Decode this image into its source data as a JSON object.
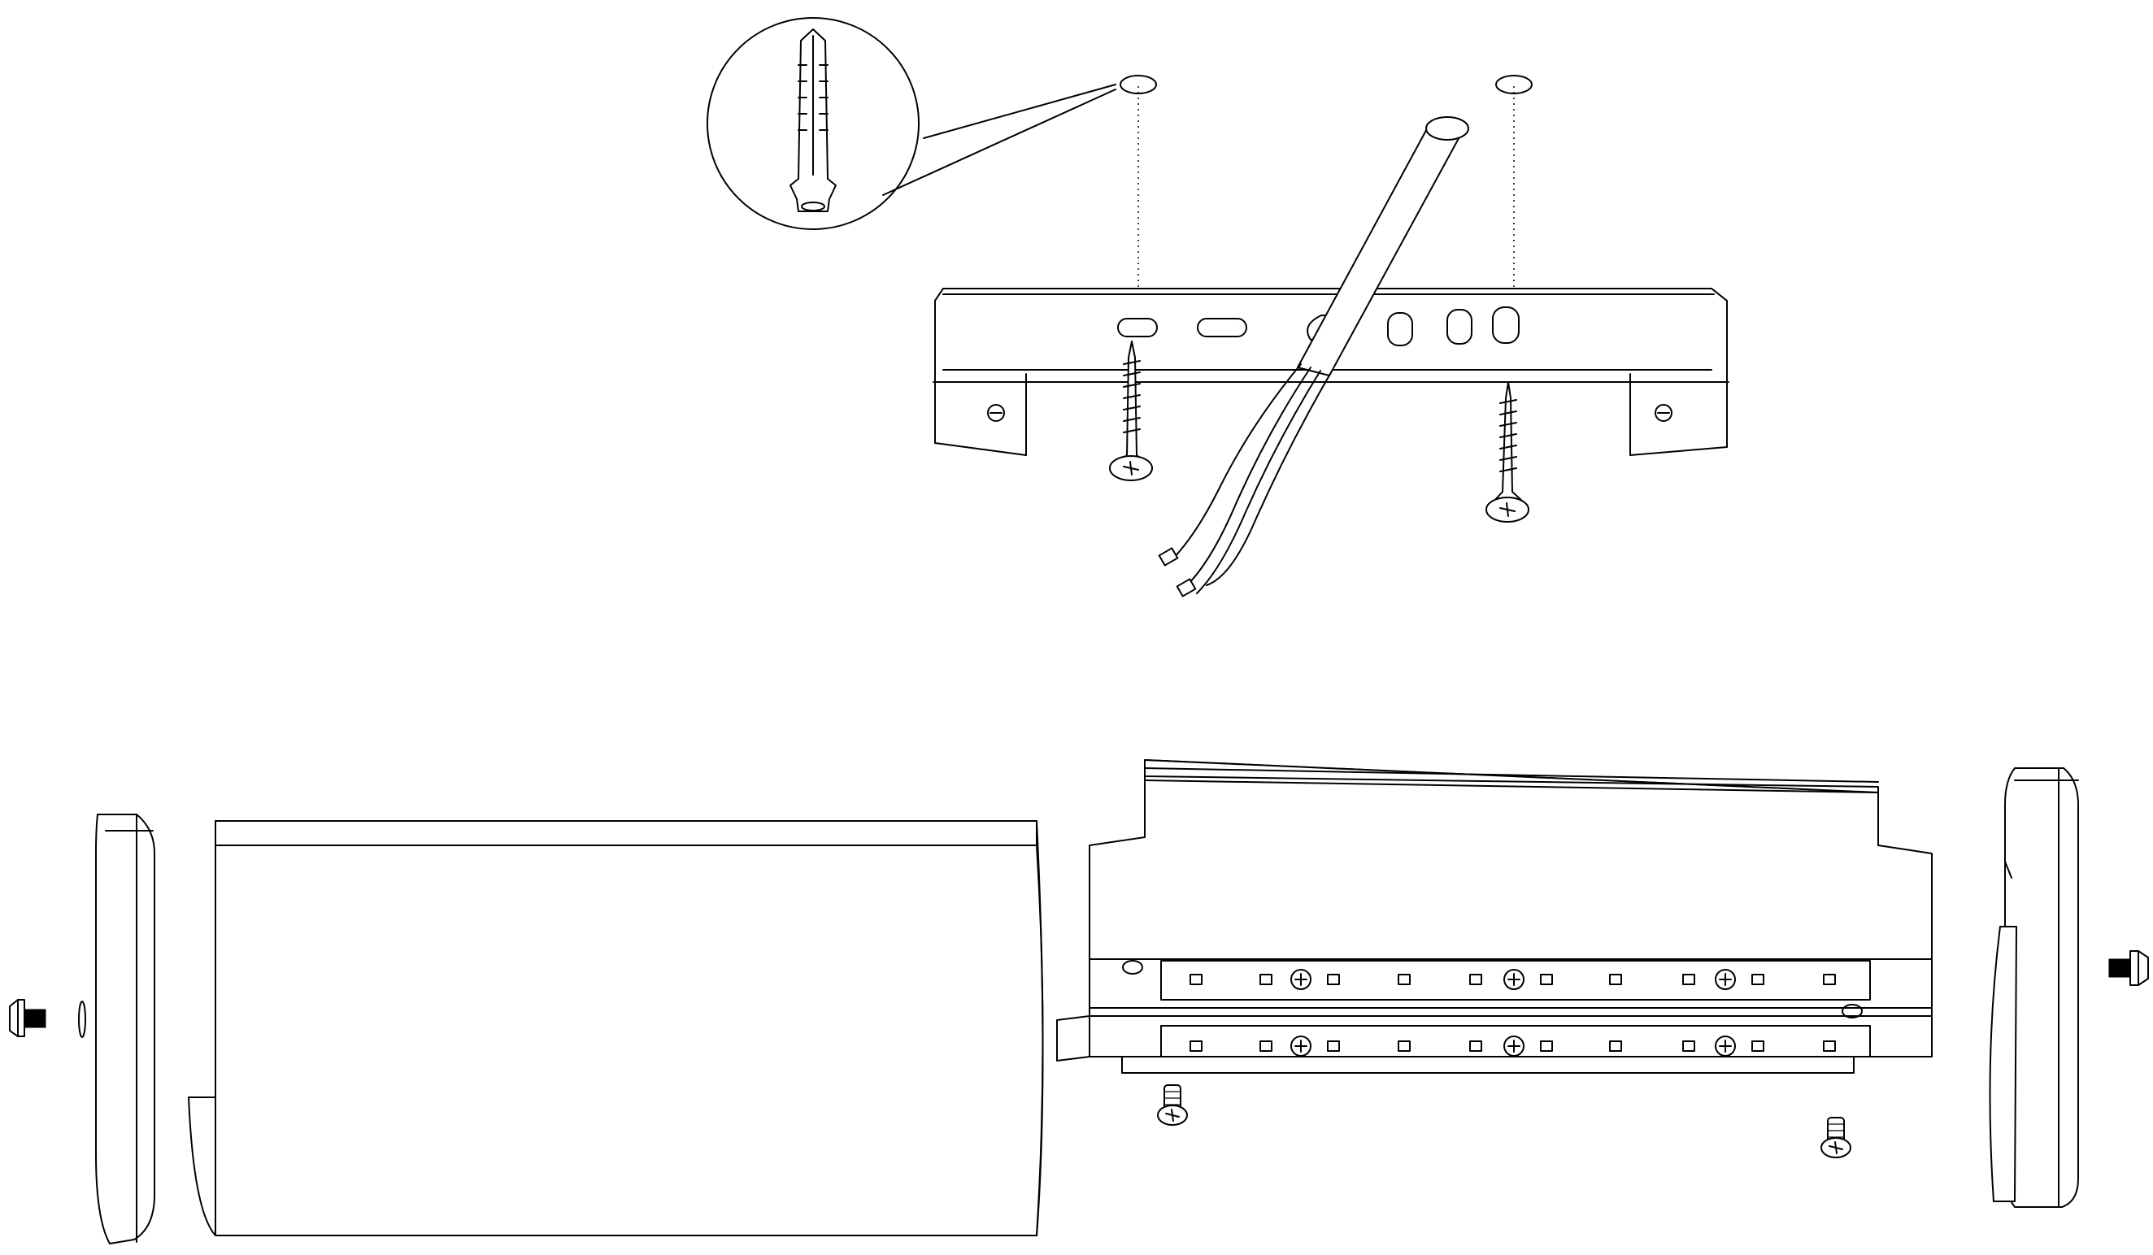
{
  "figure": {
    "kind": "exploded assembly drawing",
    "line_color": "#000000",
    "background": "#ffffff",
    "components": [
      "wall-plug-detail",
      "mounting-bracket",
      "wall-screw",
      "power-cable",
      "diffuser-cover",
      "led-module-tray",
      "end-cap",
      "end-cap-screw",
      "tray-screw"
    ]
  }
}
